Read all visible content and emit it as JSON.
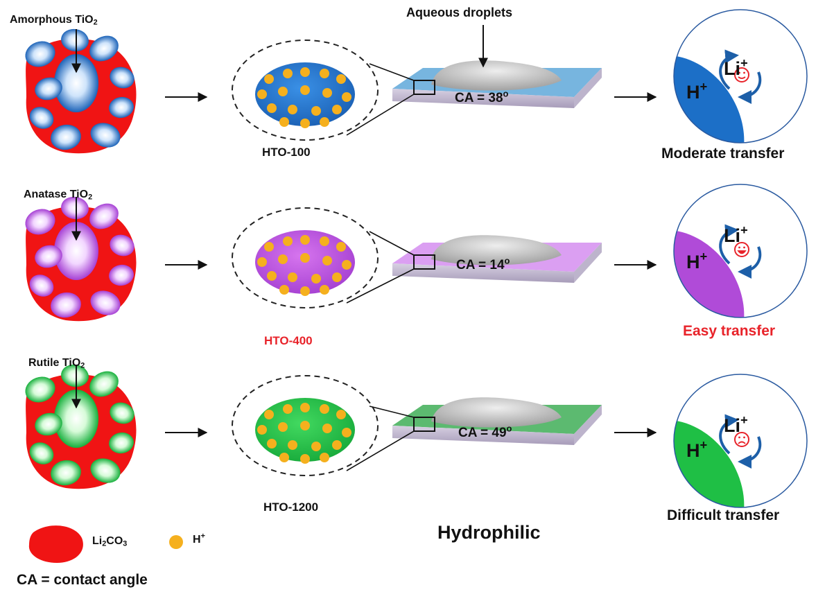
{
  "top_label": "Aqueous droplets",
  "rows": [
    {
      "material": "Amorphous TiO",
      "material_sub": "2",
      "sample": "HTO-100",
      "ca_text": "CA = 38",
      "ca_deg": "o",
      "result": "Moderate transfer",
      "face": "neutral",
      "color_main": "#1c6fc7",
      "color_light": "#dcecff",
      "plate_color": "#5fa8d9"
    },
    {
      "material": "Anatase TiO",
      "material_sub": "2",
      "sample": "HTO-400",
      "ca_text": "CA = 14",
      "ca_deg": "o",
      "result": "Easy transfer",
      "face": "happy",
      "color_main": "#b04bd8",
      "color_light": "#f7e6ff",
      "plate_color": "#d58ef0"
    },
    {
      "material": "Rutile TiO",
      "material_sub": "2",
      "sample": "HTO-1200",
      "ca_text": "CA = 49",
      "ca_deg": "o",
      "result": "Difficult transfer",
      "face": "sad",
      "color_main": "#1fbf45",
      "color_light": "#e6ffe9",
      "plate_color": "#3fae57"
    }
  ],
  "ions": {
    "li": "Li",
    "h": "H",
    "plus": "+"
  },
  "legend": {
    "li2co3_a": "Li",
    "li2co3_sub1": "2",
    "li2co3_b": "CO",
    "li2co3_sub2": "3",
    "h_label": "H",
    "h_sup": "+",
    "ca_definition": "CA = contact angle"
  },
  "hydrophilic": "Hydrophilic",
  "colors": {
    "li2co3": "#f01414",
    "proton": "#f5b01e",
    "highlight_text": "#e8232a",
    "arrow_blue": "#1d5fa8",
    "face": "#e8232a"
  }
}
